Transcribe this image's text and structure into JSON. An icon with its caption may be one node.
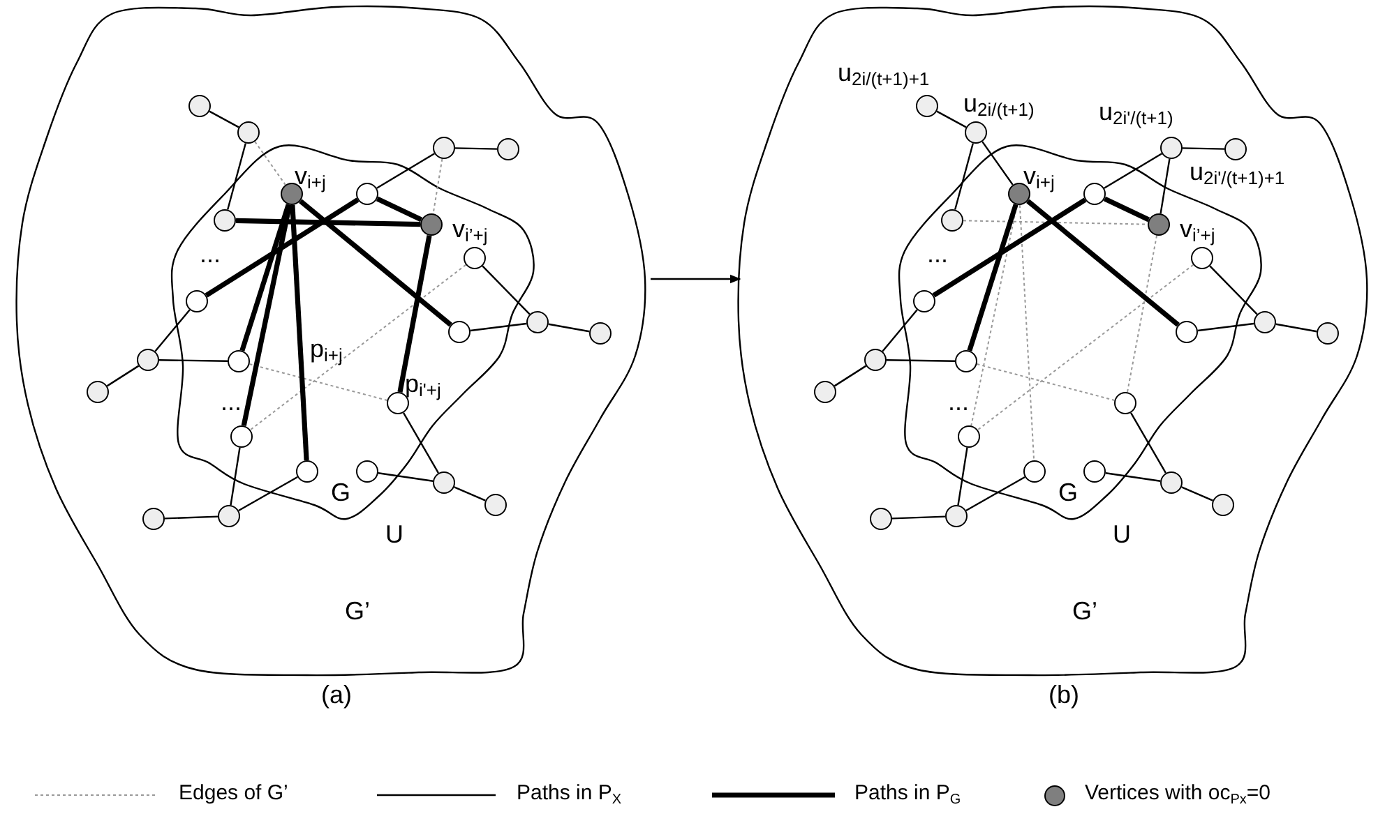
{
  "diagram": {
    "nodes": [
      {
        "text": [
          "G’"
        ]
      },
      {
        "text": [
          "G"
        ],
        "in": 0
      },
      {
        "text": [],
        "shape": "circle",
        "in": 0
      },
      {
        "text": [],
        "shape": "circle",
        "in": 0
      },
      {
        "text": [],
        "shape": "circle",
        "in": 0
      },
      {
        "text": [],
        "shape": "circle",
        "in": 0
      },
      {
        "text": [],
        "shape": "circle",
        "in": 1,
        "beside": [
          "v$_{i+j}$"
        ]
      },
      {
        "text": [],
        "shape": "circle",
        "in": 1
      },
      {
        "text": [],
        "shape": "circle",
        "in": 1
      },
      {
        "text": [],
        "shape": "circle",
        "in": 1,
        "beside": [
          "v$_{i’+j}$"
        ]
      },
      {
        "text": [],
        "shape": "circle",
        "in": 1
      },
      {
        "text": [],
        "shape": "circle",
        "in": 1
      },
      {
        "text": [],
        "shape": "circle",
        "in": 0
      },
      {
        "text": [],
        "shape": "circle",
        "in": 0
      },
      {
        "text": [],
        "shape": "circle",
        "in": 1
      },
      {
        "text": [],
        "shape": "circle",
        "in": 0
      },
      {
        "text": [],
        "shape": "circle",
        "in": 1
      },
      {
        "text": [],
        "shape": "circle",
        "in": 0
      },
      {
        "text": [],
        "shape": "circle",
        "in": 1
      },
      {
        "text": [],
        "shape": "circle",
        "in": 1
      },
      {
        "text": [],
        "shape": "circle",
        "in": 1
      },
      {
        "text": [],
        "shape": "circle",
        "in": 1
      },
      {
        "text": [],
        "shape": "circle",
        "in": 0
      },
      {
        "text": [],
        "shape": "circle",
        "in": 0
      },
      {
        "text": [],
        "shape": "circle",
        "in": 0
      },
      {
        "text": [],
        "shape": "circle",
        "in": 0
      },
      {
        "text": [
          "G’"
        ]
      },
      {
        "text": [
          "G"
        ],
        "in": 26
      },
      {
        "text": [],
        "shape": "circle",
        "in": 26,
        "beside": [
          "u$_{2i/(t+1)+1}$"
        ]
      },
      {
        "text": [],
        "shape": "circle",
        "in": 26,
        "beside": [
          "u$_{2i/(t+1)}$"
        ]
      },
      {
        "text": [],
        "shape": "circle",
        "in": 26,
        "beside": [
          "u$_{2i'/(t+1)}$"
        ]
      },
      {
        "text": [],
        "shape": "circle",
        "in": 26,
        "beside": [
          "u$_{2i'/(t+1)+1}$"
        ]
      },
      {
        "text": [],
        "shape": "circle",
        "in": 27,
        "beside": [
          "v$_{i+j}$"
        ]
      },
      {
        "text": [],
        "shape": "circle",
        "in": 27
      },
      {
        "text": [],
        "shape": "circle",
        "in": 27
      },
      {
        "text": [],
        "shape": "circle",
        "in": 27,
        "beside": [
          "v$_{i’+j}$"
        ]
      },
      {
        "text": [],
        "shape": "circle",
        "in": 27
      },
      {
        "text": [],
        "shape": "circle",
        "in": 27
      },
      {
        "text": [],
        "shape": "circle",
        "in": 26
      },
      {
        "text": [],
        "shape": "circle",
        "in": 26
      },
      {
        "text": [],
        "shape": "circle",
        "in": 27
      },
      {
        "text": [],
        "shape": "circle",
        "in": 26
      },
      {
        "text": [],
        "shape": "circle",
        "in": 27
      },
      {
        "text": [],
        "shape": "circle",
        "in": 26
      },
      {
        "text": [],
        "shape": "circle",
        "in": 27
      },
      {
        "text": [],
        "shape": "circle",
        "in": 27
      },
      {
        "text": [],
        "shape": "circle",
        "in": 27
      },
      {
        "text": [],
        "shape": "circle",
        "in": 27
      },
      {
        "text": [],
        "shape": "circle",
        "in": 26
      },
      {
        "text": [],
        "shape": "circle",
        "in": 26
      },
      {
        "text": [],
        "shape": "circle",
        "in": 26
      },
      {
        "text": [],
        "shape": "circle",
        "in": 26
      }
    ],
    "edges": [
      {
        "from": 2,
        "to": 3,
        "arrow": "none"
      },
      {
        "from": 3,
        "to": 8,
        "arrow": "none"
      },
      {
        "from": 4,
        "to": 5,
        "arrow": "none"
      },
      {
        "from": 4,
        "to": 7,
        "arrow": "none"
      },
      {
        "from": 10,
        "to": 12,
        "arrow": "none"
      },
      {
        "from": 14,
        "to": 12,
        "arrow": "none"
      },
      {
        "from": 12,
        "to": 13,
        "arrow": "none"
      },
      {
        "from": 11,
        "to": 15,
        "arrow": "none"
      },
      {
        "from": 15,
        "to": 16,
        "arrow": "none"
      },
      {
        "from": 15,
        "to": 17,
        "arrow": "none"
      },
      {
        "from": 18,
        "to": 22,
        "arrow": "none"
      },
      {
        "from": 21,
        "to": 22,
        "arrow": "none"
      },
      {
        "from": 22,
        "to": 23,
        "arrow": "none"
      },
      {
        "from": 19,
        "to": 24,
        "arrow": "none"
      },
      {
        "from": 20,
        "to": 24,
        "arrow": "none"
      },
      {
        "from": 25,
        "to": 24,
        "arrow": "none"
      },
      {
        "from": 3,
        "to": 6,
        "arrow": "none",
        "style": "dashed",
        "color": "#999999"
      },
      {
        "from": 4,
        "to": 9,
        "arrow": "none",
        "style": "dashed",
        "color": "#999999"
      },
      {
        "from": 10,
        "to": 19,
        "arrow": "none",
        "style": "dashed",
        "color": "#999999"
      },
      {
        "from": 16,
        "to": 18,
        "arrow": "none",
        "style": "dashed",
        "color": "#999999"
      },
      {
        "from": 8,
        "to": 9,
        "arrow": "none",
        "style": "thick"
      },
      {
        "from": 6,
        "to": 16,
        "arrow": "none",
        "style": "thick"
      },
      {
        "from": 6,
        "to": 19,
        "arrow": "none",
        "style": "thick"
      },
      {
        "from": 6,
        "to": 20,
        "arrow": "none",
        "style": "thick"
      },
      {
        "from": 6,
        "to": 14,
        "arrow": "none",
        "style": "thick"
      },
      {
        "from": 7,
        "to": 9,
        "arrow": "none",
        "style": "thick"
      },
      {
        "from": 7,
        "to": 11,
        "arrow": "none",
        "style": "thick"
      },
      {
        "from": 9,
        "to": 18,
        "arrow": "none",
        "style": "thick"
      },
      {
        "from": 0,
        "to": 26,
        "arrow": "to"
      },
      {
        "from": 28,
        "to": 29,
        "arrow": "none"
      },
      {
        "from": 29,
        "to": 34,
        "arrow": "none"
      },
      {
        "from": 29,
        "to": 32,
        "arrow": "none"
      },
      {
        "from": 30,
        "to": 31,
        "arrow": "none"
      },
      {
        "from": 30,
        "to": 33,
        "arrow": "none"
      },
      {
        "from": 30,
        "to": 35,
        "arrow": "none"
      },
      {
        "from": 36,
        "to": 38,
        "arrow": "none"
      },
      {
        "from": 40,
        "to": 38,
        "arrow": "none"
      },
      {
        "from": 38,
        "to": 39,
        "arrow": "none"
      },
      {
        "from": 37,
        "to": 41,
        "arrow": "none"
      },
      {
        "from": 41,
        "to": 42,
        "arrow": "none"
      },
      {
        "from": 41,
        "to": 43,
        "arrow": "none"
      },
      {
        "from": 44,
        "to": 48,
        "arrow": "none"
      },
      {
        "from": 47,
        "to": 48,
        "arrow": "none"
      },
      {
        "from": 48,
        "to": 49,
        "arrow": "none"
      },
      {
        "from": 45,
        "to": 50,
        "arrow": "none"
      },
      {
        "from": 46,
        "to": 50,
        "arrow": "none"
      },
      {
        "from": 51,
        "to": 50,
        "arrow": "none"
      },
      {
        "from": 34,
        "to": 35,
        "arrow": "none",
        "style": "dashed",
        "color": "#999999"
      },
      {
        "from": 32,
        "to": 45,
        "arrow": "none",
        "style": "dashed",
        "color": "#999999"
      },
      {
        "from": 32,
        "to": 46,
        "arrow": "none",
        "style": "dashed",
        "color": "#999999"
      },
      {
        "from": 35,
        "to": 44,
        "arrow": "none",
        "style": "dashed",
        "color": "#999999"
      },
      {
        "from": 36,
        "to": 45,
        "arrow": "none",
        "style": "dashed",
        "color": "#999999"
      },
      {
        "from": 42,
        "to": 44,
        "arrow": "none",
        "style": "dashed",
        "color": "#999999"
      },
      {
        "from": 32,
        "to": 42,
        "arrow": "none",
        "style": "thick"
      },
      {
        "from": 32,
        "to": 40,
        "arrow": "none",
        "style": "thick"
      },
      {
        "from": 33,
        "to": 35,
        "arrow": "none",
        "style": "thick"
      },
      {
        "from": 33,
        "to": 37,
        "arrow": "none",
        "style": "thick"
      }
    ],
    "labels": [
      "...",
      "p$_{i+j}$",
      "p$_{i'+j}$",
      "...",
      "U",
      "(a)",
      "...",
      "...",
      "U",
      "(b)"
    ],
    "legend": [
      {
        "text": "Edges of G’"
      },
      {
        "text": "Paths in P$_{X}$"
      },
      {
        "text": "Paths in P$_{G}$"
      },
      {
        "text": "Vertices with oc$_{Px}$=0",
        "color": "#7f7f7f"
      }
    ]
  }
}
